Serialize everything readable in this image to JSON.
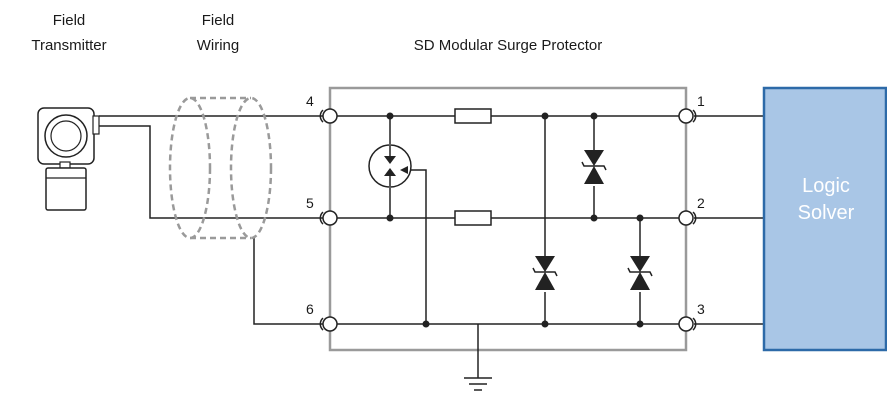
{
  "labels": {
    "field_transmitter_line1": "Field",
    "field_transmitter_line2": "Transmitter",
    "field_wiring_line1": "Field",
    "field_wiring_line2": "Wiring",
    "protector_title": "SD Modular Surge Protector",
    "logic_solver_line1": "Logic",
    "logic_solver_line2": "Solver"
  },
  "terminals": {
    "t4": "4",
    "t5": "5",
    "t6": "6",
    "t1": "1",
    "t2": "2",
    "t3": "3"
  },
  "colors": {
    "logic_solver_fill": "#a9c6e6",
    "logic_solver_border": "#2d6aa8",
    "protector_border": "#9a9a9a",
    "cable_dash": "#9a9a9a",
    "wire": "#222222"
  }
}
